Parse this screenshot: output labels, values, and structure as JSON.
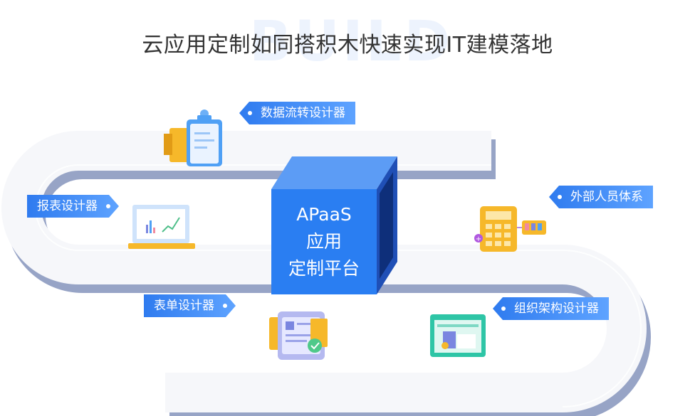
{
  "headline": "云应用定制如同搭积木快速实现IT建模落地",
  "watermark": "BUILD",
  "platform": {
    "line1": "APaaS",
    "line2": "应用",
    "line3": "定制平台"
  },
  "modules": {
    "data_flow": "数据流转设计器",
    "report": "报表设计器",
    "external_people": "外部人员体系",
    "form": "表单设计器",
    "org": "组织架构设计器"
  },
  "colors": {
    "accent": "#2f7bef",
    "road": "#f6f7fa",
    "road_edge": "#97a4c6",
    "cube_front": "#2a7ef2"
  }
}
